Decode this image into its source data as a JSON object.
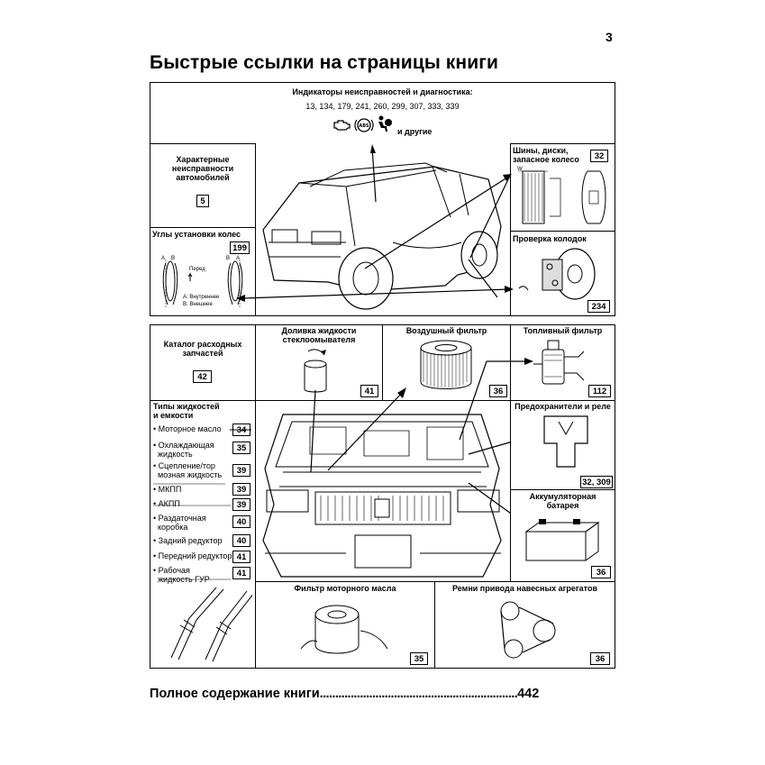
{
  "page_number": "3",
  "title": "Быстрые ссылки на страницы книги",
  "diagnostics": {
    "header": "Индикаторы неисправностей и диагностика:",
    "pages": "13, 134, 179, 241, 260, 299, 307, 333, 339",
    "others": "и другие",
    "icons": [
      "check-engine-icon",
      "abs-icon",
      "airbag-icon"
    ]
  },
  "malfunctions": {
    "line1": "Характерные",
    "line2": "неисправности",
    "line3": "автомобилей",
    "ref": "5"
  },
  "alignment": {
    "header": "Углы установки колес",
    "ref": "199",
    "label_a": "A",
    "label_b": "B",
    "front": "Перед",
    "inner": "A: Внутреннее",
    "outer": "B: Внешнее"
  },
  "tires": {
    "line1": "Шины, диски,",
    "line2": "запасное колесо",
    "ref": "32",
    "w": "W"
  },
  "brakes": {
    "header": "Проверка колодок",
    "ref": "234"
  },
  "consumables": {
    "line1": "Каталог расходных",
    "line2": "запчастей",
    "ref": "42"
  },
  "washer": {
    "line1": "Доливка жидкости",
    "line2": "стеклоомывателя",
    "ref": "41"
  },
  "air_filter": {
    "header": "Воздушный фильтр",
    "ref": "36"
  },
  "fuel_filter": {
    "header": "Топливный фильтр",
    "ref": "112"
  },
  "fluids": {
    "line1": "Типы жидкостей",
    "line2": "и емкости",
    "items": [
      {
        "lines": [
          "Моторное масло"
        ],
        "ref": "34"
      },
      {
        "lines": [
          "Охлаждающая",
          "жидкость"
        ],
        "ref": "35"
      },
      {
        "lines": [
          "Сцепление/тор",
          "мозная жидкость"
        ],
        "ref": "39"
      },
      {
        "lines": [
          "МКПП"
        ],
        "ref": "39"
      },
      {
        "lines": [
          "АКПП"
        ],
        "ref": "39"
      },
      {
        "lines": [
          "Раздаточная",
          "коробка"
        ],
        "ref": "40"
      },
      {
        "lines": [
          "Задний редуктор"
        ],
        "ref": "40"
      },
      {
        "lines": [
          "Передний редуктор"
        ],
        "ref": "41"
      },
      {
        "lines": [
          "Рабочая",
          "жидкость ГУР"
        ],
        "ref": "41"
      }
    ]
  },
  "fuses": {
    "header": "Предохранители и реле",
    "ref": "32, 309"
  },
  "battery": {
    "line1": "Аккумуляторная",
    "line2": "батарея",
    "ref": "36"
  },
  "oil_filter": {
    "header": "Фильтр моторного масла",
    "ref": "35"
  },
  "belts": {
    "header": "Ремни привода навесных агрегатов",
    "ref": "36"
  },
  "footer": {
    "label": "Полное содержание книги",
    "dots": "................................................................",
    "page": "442"
  }
}
